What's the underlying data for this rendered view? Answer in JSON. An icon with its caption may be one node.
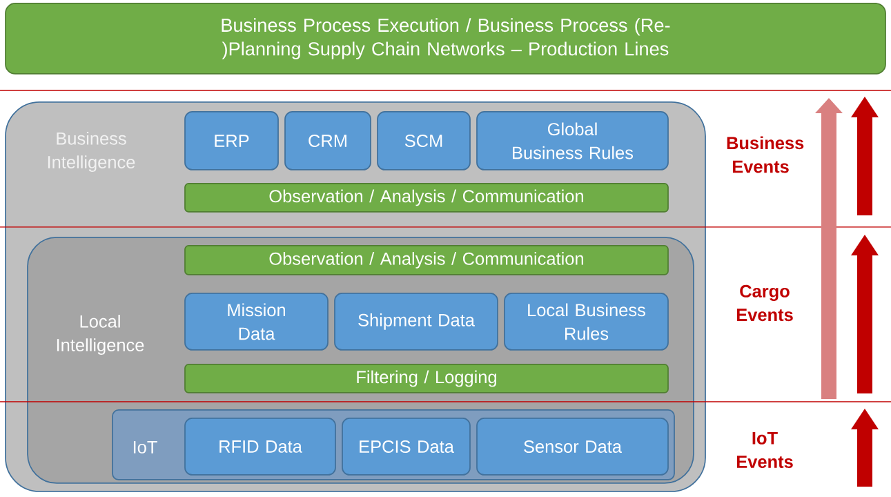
{
  "diagram": {
    "nodes": [
      {
        "text": [
          "Business Process Execution / Business Process (Re-)Planning Supply Chain Networks – Production Lines"
        ]
      },
      {
        "text": [
          "Business Intelligence"
        ]
      },
      {
        "text": [
          "ERP"
        ],
        "in": 1
      },
      {
        "text": [
          "CRM"
        ],
        "in": 1
      },
      {
        "text": [
          "SCM"
        ],
        "in": 1
      },
      {
        "text": [
          "Global Business Rules"
        ],
        "in": 1
      },
      {
        "text": [
          "Observation / Analysis / Communication"
        ],
        "in": 1
      },
      {
        "text": [
          "Local Intelligence"
        ],
        "in": 1
      },
      {
        "text": [
          "Observation / Analysis / Communication"
        ],
        "in": 7
      },
      {
        "text": [
          "Mission Data"
        ],
        "in": 7
      },
      {
        "text": [
          "Shipment Data"
        ],
        "in": 7
      },
      {
        "text": [
          "Local Business Rules"
        ],
        "in": 7
      },
      {
        "text": [
          "Filtering / Logging"
        ],
        "in": 7
      },
      {
        "text": [
          "IoT"
        ],
        "in": 7
      },
      {
        "text": [
          "RFID Data"
        ],
        "in": 13
      },
      {
        "text": [
          "EPCIS Data"
        ],
        "in": 13
      },
      {
        "text": [
          "Sensor Data"
        ],
        "in": 13
      }
    ],
    "labels": [
      "Business Events",
      "Cargo Events",
      "IoT Events"
    ]
  }
}
